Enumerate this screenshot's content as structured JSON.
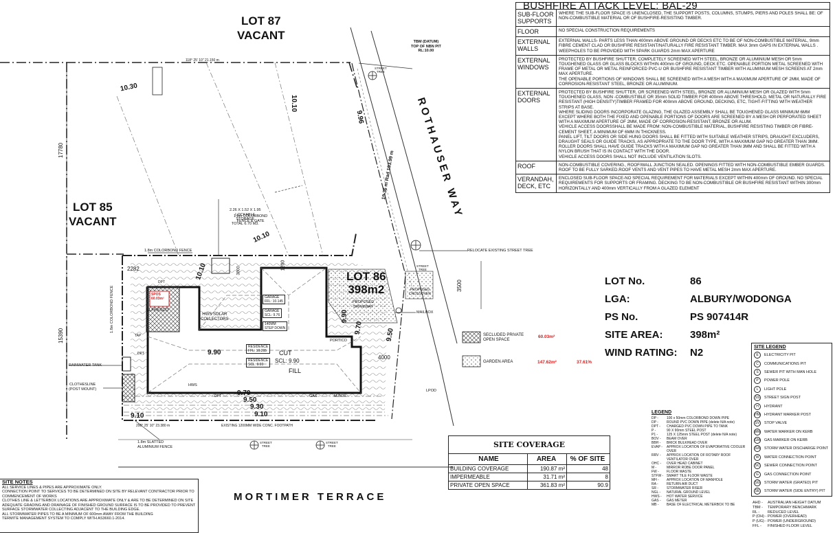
{
  "lots": {
    "north": {
      "line1": "LOT 87",
      "line2": "VACANT"
    },
    "west": {
      "line1": "LOT 85",
      "line2": "VACANT"
    },
    "subject": {
      "line1": "LOT 86",
      "line2": "398m2"
    }
  },
  "streets": {
    "east": "ROTHAUSER  WAY",
    "south": "MORTIMER  TERRACE"
  },
  "plan_labels": {
    "tbm": "TBM (DATUM)\nTOP OF NBN PIT\nRL:10.00",
    "bearing_top": "118° 25' 10\"  21.150 m",
    "dim_left": "17780",
    "dim_left2": "15390",
    "dim_right": "3500",
    "rl_1030": "10.30",
    "rl_1010a": "10.10",
    "rl_1010b": "10.10",
    "rl_1010c": "10.10",
    "rl_996": "9.96",
    "storage": "2.26 X 1.52 X 1.95\nLOCKABLE\nSTORAGE\nTOTAL 6.70 M3.",
    "fence_gate": "1.8m COLORBOND\nFENCE & GATE",
    "fence_top": "1.8m COLORBOND FENCE",
    "fence_left": "1.8m COLORBOND FENCE",
    "fence_bottom": "1.8m SLATTED\nALUMINIUM FENCE",
    "relocate_tree": "RELOCATE EXISTING STREET TREE",
    "street_tree": "STREET\nTREE",
    "proposed_crossover": "PROPOSED\nCROSSOVER",
    "proposed_driveway": "PROPOSED\nDRIVEWAY",
    "mailbox": "MAILBOX",
    "garage": "GARAGE",
    "garage_ffl": "GARAGE\nFFL: 10.145",
    "garage_scl": "GARAGE\nSCL: 9.76",
    "step_down": "140MM\nSTEP DOWN",
    "alfresco": "ALFRESCO",
    "spos": "SPOS\n60.03m²",
    "hws_solar": "HWS SOLAR\nCOLLECTORS",
    "residence_ffl": "RESIDENCE\nFFL: 10.265",
    "residence_scl": "RESIDENCE\nSCL: 9.90",
    "cut": "CUT",
    "scl": "SCL: 9.90",
    "fill": "FILL",
    "portico": "PORTICO",
    "rl_990a": "9.90",
    "rl_990b": "9.90",
    "rl_970a": "9.70",
    "rl_970b": "9.70",
    "rl_950a": "9.50",
    "rl_950b": "9.50",
    "rl_930": "9.30",
    "rl_910a": "9.10",
    "rl_910b": "9.10",
    "dim_4000": "4000",
    "dim_2282": "2282",
    "dim_1200": "1200",
    "dim_3000": "3000",
    "rainwater_tank": "RAINWATER TANK",
    "clothesline": "CLOTHESLINE\n(POST MOUNT)",
    "hws": "HWS",
    "gas": "GAS",
    "mbox": "M.BOX",
    "lpod": "LPOD",
    "dpt": "DPT",
    "tap": "TAP",
    "existing_path": "EXISTING 1200MM WIDE  CONC. FOOTPATH",
    "bearing_bottom": "298° 25' 10\"   23.380 m",
    "arc_label": "19.36 m  Rad 193.99 m",
    "secluded_label": "SECLUDED PRIVATE\nOPEN SPACE",
    "secluded_value": "60.03m²",
    "garden_label": "GARDEN AREA",
    "garden_value": "147.62m²",
    "garden_pct": "37.61%"
  },
  "bal": {
    "title": "BUSHFIRE ATTACK LEVEL: BAL-29",
    "rows": [
      {
        "head": "SUB-FLOOR SUPPORTS",
        "text": "WHERE THE SUB-FLOOR SPACE IS UNENCLOSED, THE SUPPORT POSTS, COLUMNS, STUMPS, PIERS AND POLES SHALL BE: OF NON-COMBUSTIBLE MATERIAL OR OF BUSHFIRE-RESISTING TIMBER."
      },
      {
        "head": "FLOOR",
        "text": "NO SPECIAL CONSTRUCTION REQUIREMENTS"
      },
      {
        "head": "EXTERNAL WALLS",
        "text": "EXTERNAL WALLS- PARTS LESS THAN 400mm ABOVE GROUND OR DECKS ETC TO BE OF NON-COMBUSTIBLE MATERIAL, 9mm FIBRE CEMENT CLAD OR BUSHFIRE RESISTANT/NATURALLY FIRE RESISTANT TIMBER. MAX 3mm GAPS IN EXTERNAL WALLS . WEEPHOLES TO BE PROVIDED WITH SPARK GUARDS 2mm MAX APERTURE"
      },
      {
        "head": "EXTERNAL WINDOWS",
        "text": "PROTECTED BY BUSHFIRE SHUTTER, COMPLETELY SCREENED WITH STEEL, BRONZE OR ALUMINIUM MESH OR 5mm TOUGHENED GLASS OR GLASS BLOCKS WITHIN 400mm OF GROUND, DECK ETC. OPENABLE PORTION METAL SCREENED WITH FRAME OF METAL OR METAL REINFORCED PVC-U OR BUSHFIRE RESISTANT TIMBER WITH ALUMINIUM MESH SCREENS AT 2mm MAX APERTURE.\nTHE OPENABLE PORTIONS OF WINDOWS SHALL BE SCREENED WITH A MESH WITH A MAXIMUM APERTURE OF 2MM, MADE OF CORROSION-RESISTANT STEEL, BRONZE OR ALUMINIUM."
      },
      {
        "head": "EXTERNAL DOORS",
        "text": "PROTECTED BY BUSHFIRE SHUTTER, OR SCREENED WITH STEEL, BRONZE OR ALUMINIUM MESH OR GLAZED WITH 5mm TOUGHENED GLASS, NON -COMBUSTIBLE OR 35mm SOLID TIMBER FOR 400mm ABOVE THRESHOLD, METAL OR NATURALLY FIRE RESISTANT (HIGH DENSITY)TIMBER FRAMED FOR 400mm ABOVE GROUND, DECKING, ETC, TIGHT-FITTING WITH WEATHER STRIPS AT BASE.\nWHERE SLIDING DOORS INCORPORATE GLAZING, THE GLAZED ASSEMBLY SHALL BE TOUGHENED GLASS MINIMUM 6MM EXCEPT WHERE BOTH THE FIXED AND OPENABLE PORTIONS OF DOORS ARE SCREENED BY A MESH OR PERFORATED SHEET WITH A MAXIMUM APERTURE OF 2MM, MADE OF CORROSION-RESISTANT, BRONZE OR ALUM.\nVEHICLE ACCESS DOORSSHALL BE MADE FROM: NON-COMBUSTIBLE MATERIAL, BUSHFIRE RESISTING TIMBER OR FIBRE-CEMENT SHEET, A MINIMUM OF 6MM IN THICKNESS.\nPANEL LIFT, TILT DOORS OR SIDE HUNG DOORS SHALL BE FITTED WITH SUITABLE WEATHER STRIPS, DRAUGHT EXCLUDERS, DRAUGHT SEALS OR GUIDE TRACKS, AS APPROPRIATE TO THE DOOR TYPE, WITH A MAXIMUM GAP NO GREATER THAN 3MM. ROLLER DOORS SHALL HAVE GUIDE TRACKS WITH A MAXIMUM GAP NO GREATER THAN 3MM AND SHALL BE FITTED WITH A NYLON BRUSH THAT IS IN CONTACT WITH THE DOOR.\nVEHICLE ACCESS DOORS SHALL NOT INCLUDE VENTILATION SLOTS."
      },
      {
        "head": "ROOF",
        "text": "NON-COMBUSTIBLE COVERING., ROOF/WALL JUNCTION SEALED. OPENINGS FITTED WITH NON-COMBUSTIBLE EMBER GUARDS. ROOF TO BE FULLY SARKED.ROOF VENTS AND VENT PIPES TO HAVE METAL MESH 2mm MAX APERTURE."
      },
      {
        "head": "VERANDAH, DECK, ETC",
        "text": "ENCLOSED SUB-FLOOR SPACE-NO SPECIAL REQUIREMENT FOR MATERIALS EXCEPT WITHIN 400mm OF GROUND. NO SPECIAL REQUIREMENTS FOR SUPPORTS OR FRAMING. DECKING TO BE NON-COMBUSTIBLE OR BUSHFIRE RESISTANT WITHIN 300mm HORIZONTALLY AND 400mm VERTICALLY FROM A GLAZED ELEMENT"
      }
    ]
  },
  "lot_info": [
    {
      "key": "LOT No.",
      "value": "86"
    },
    {
      "key": "LGA:",
      "value": "ALBURY/WODONGA"
    },
    {
      "key": "PS No.",
      "value": "PS 907414R"
    },
    {
      "key": "SITE AREA:",
      "value": "398m²"
    },
    {
      "key": "WIND RATING:",
      "value": "N2"
    }
  ],
  "coverage": {
    "title": "SITE COVERAGE",
    "headers": [
      "NAME",
      "AREA",
      "% OF SITE"
    ],
    "rows": [
      [
        "BUILDING COVERAGE",
        "190.87 m²",
        "48"
      ],
      [
        "IMPERMEABLE",
        "31.71 m²",
        "8"
      ],
      [
        "PRIVATE OPEN SPACE",
        "361.83 m²",
        "90.9"
      ]
    ]
  },
  "site_legend": {
    "title": "SITE LEGEND",
    "items": [
      {
        "icon": "E",
        "label": "ELECTRICITY PIT"
      },
      {
        "icon": "C",
        "label": "COMMUNICATIONS PIT"
      },
      {
        "icon": "S",
        "label": "SEWER PIT WITH MAN HOLE"
      },
      {
        "icon": "P",
        "label": "POWER POLE"
      },
      {
        "icon": "L",
        "label": "LIGHT POLE"
      },
      {
        "icon": "SS",
        "label": "STREET SIGN POST"
      },
      {
        "icon": "H",
        "label": "HYDRANT"
      },
      {
        "icon": "HM",
        "label": "HYDRANT MARKER POST"
      },
      {
        "icon": "SV",
        "label": "STOP VALVE"
      },
      {
        "icon": "WM",
        "label": "WATER MARKER ON KERB"
      },
      {
        "icon": "GM",
        "label": "GAS MARKER ON KERB"
      },
      {
        "icon": "SW",
        "label": "STORM WATER DISCHARGE POINT"
      },
      {
        "icon": "W",
        "label": "WATER CONNECTION POINT"
      },
      {
        "icon": "SC",
        "label": "SEWER CONNECTION POINT"
      },
      {
        "icon": "G",
        "label": "GAS CONNECTION POINT"
      },
      {
        "icon": "SG",
        "label": "STORM WATER (GRATED) PIT"
      },
      {
        "icon": "SE",
        "label": "STORM WATER (SIDE ENTRY) PIT"
      }
    ],
    "abbreviations": [
      [
        "AHD -",
        "AUSTRALIAN HEIGHT DATUM"
      ],
      [
        "TBM -",
        "TEMPORARY BENCHMARK"
      ],
      [
        "RL -",
        "REDUCED LEVEL"
      ],
      [
        "P (OH) -",
        "POWER (OVERHEAD)"
      ],
      [
        "P (UG) -",
        "POWER (UNDERGROUND)"
      ],
      [
        "FFL -",
        "FINISHED FLOOR LEVEL"
      ]
    ]
  },
  "legend": {
    "title": "LEGEND",
    "items": [
      [
        "DP -",
        "100 x 50mm COLORBOND DOWN PIPE"
      ],
      [
        "DP -",
        "ROUND PVC DOWN PIPE (delete N/A note)"
      ],
      [
        "DPT -",
        "CHARGED PVC DOWN PIPE TO TANK"
      ],
      [
        "P -",
        "90 X 90mm STEEL POST"
      ],
      [
        "P1 -",
        "125 X 125mm STEEL POST (delete N/A note)"
      ],
      [
        "BOV -",
        "BEAM OVER"
      ],
      [
        "BBH -",
        "BRICK BULKHEAD OVER"
      ],
      [
        "EVAP -",
        "APPROX LOCATION OF EVAPORATIVE COOLER OVER"
      ],
      [
        "RRV -",
        "APPROX LOCATION OF ROTARY ROOF VENTILATOR OVER"
      ],
      [
        "OHC -",
        "OVER HEAD CABINET"
      ],
      [
        "M -",
        "MIRROR ROBE DOOR PANEL"
      ],
      [
        "FW -",
        "FLOOR WASTE"
      ],
      [
        "STFW -",
        "SMART TILE FLOOR WASTE"
      ],
      [
        "MH -",
        "APPROX LOCATION OF MANHOLE"
      ],
      [
        "RA -",
        "RETURN AIR DUCT"
      ],
      [
        "SR -",
        "STORMWATER RISER"
      ],
      [
        "NGL -",
        "NATURAL GROUND LEVEL"
      ],
      [
        "HWS -",
        "HOT WATER SERVICE"
      ],
      [
        "GAS -",
        "GAS METER"
      ],
      [
        "MB -",
        "BASE OF ELECTRICAL METERBOX TO BE"
      ]
    ]
  },
  "site_notes": {
    "title": "SITE NOTES",
    "text": "ALL SERVICE LINES & PIPES ARE APPROXIMATE ONLY.\nCONNECTION POINT TO SERVICES TO BE DETERMINED ON SITE BY RELEVANT CONTRACTOR PRIOR TO COMMENCEMENT OF WORKS\nCLOTHES LINE & LETTERBOX LOCATIONS ARE APPROXIMATE ONLY & ARE TO BE DETERMINED ON SITE\nADEQUATE GRADING AND DRAINAGE OF FINISHED GROUND SURFACE IS TO BE PROVIDED TO PREVENT SURFACE STORMWATER COLLECTING ADJACENT TO THE BUILDING EDGE.\nALL STORMWATER PIPES TO BE A MINIMUM OF 600mm AWAY FROM THE BUILDING\nTERMITE MANAGEMENT SYSTEM TO COMPLY WITH AS3660.1-2014."
  },
  "colors": {
    "line": "#111111",
    "red": "#d42020",
    "hatch": "#555555"
  }
}
